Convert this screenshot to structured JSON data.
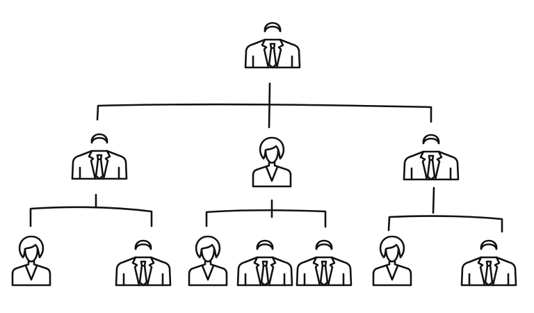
{
  "diagram": {
    "type": "org-chart",
    "style": "hand-drawn line icons",
    "stroke_color": "#111111",
    "background": "#ffffff",
    "nodes": [
      {
        "id": "root",
        "icon": "male-person-icon",
        "level": 1,
        "parent": null
      },
      {
        "id": "l2-left",
        "icon": "male-person-icon",
        "level": 2,
        "parent": "root"
      },
      {
        "id": "l2-mid",
        "icon": "female-person-icon",
        "level": 2,
        "parent": "root"
      },
      {
        "id": "l2-right",
        "icon": "male-person-icon",
        "level": 2,
        "parent": "root"
      },
      {
        "id": "l3-1",
        "icon": "female-person-icon",
        "level": 3,
        "parent": "l2-left"
      },
      {
        "id": "l3-2",
        "icon": "male-person-icon",
        "level": 3,
        "parent": "l2-left"
      },
      {
        "id": "l3-3",
        "icon": "female-person-icon",
        "level": 3,
        "parent": "l2-mid"
      },
      {
        "id": "l3-4",
        "icon": "male-person-icon",
        "level": 3,
        "parent": "l2-mid"
      },
      {
        "id": "l3-5",
        "icon": "male-person-icon",
        "level": 3,
        "parent": "l2-mid"
      },
      {
        "id": "l3-6",
        "icon": "female-person-icon",
        "level": 3,
        "parent": "l2-right"
      },
      {
        "id": "l3-7",
        "icon": "male-person-icon",
        "level": 3,
        "parent": "l2-right"
      }
    ]
  }
}
